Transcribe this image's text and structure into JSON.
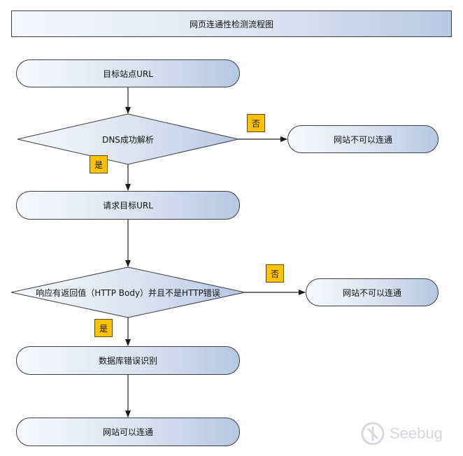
{
  "title": "网页连通性检测流程图",
  "nodes": {
    "start": "目标站点URL",
    "dns_check": "DNS成功解析",
    "request": "请求目标URL",
    "response_check": "响应有返回值（HTTP Body）并且不是HTTP错误",
    "db_error": "数据库错误识别",
    "reachable": "网站可以连通",
    "unreachable_1": "网站不可以连通",
    "unreachable_2": "网站不可以连通"
  },
  "edges": {
    "no_1": "否",
    "yes_1": "是",
    "no_2": "否",
    "yes_2": "是"
  },
  "watermark": "Seebug",
  "colors": {
    "node_fill_start": "#f7f9fd",
    "node_fill_end": "#b6c7e2",
    "tag_fill": "#ffc200",
    "stroke": "#3d3d3d"
  }
}
